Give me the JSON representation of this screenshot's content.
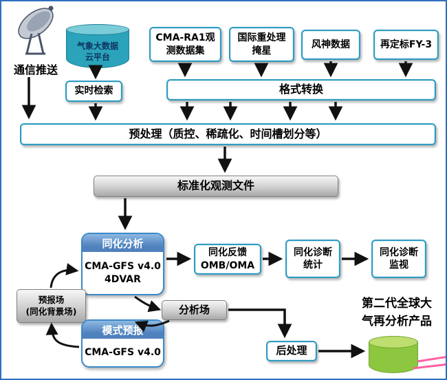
{
  "sources": {
    "comm_push": "通信推送",
    "cloud_platform": "气象大数据\n云平台",
    "cma_ra1": "CMA-RA1观\n测数据集",
    "intl_occultation": "国际重处理\n掩星",
    "fengshen": "风神数据",
    "fy3": "再定标FY-3"
  },
  "process": {
    "realtime_search": "实时检索",
    "format_convert": "格式转换",
    "preprocess": "预处理（质控、稀疏化、时间槽划分等）",
    "std_obs_file": "标准化观测文件"
  },
  "assimilation": {
    "analysis_header": "同化分析",
    "analysis_body": "CMA-GFS v4.0\n4DVAR",
    "feedback": "同化反馈\nOMB/OMA",
    "diag_stats": "同化诊断\n统计",
    "diag_monitor": "同化诊断\n监视",
    "forecast_field": "预报场\n(同化背景场)",
    "analysis_field": "分析场",
    "model_header": "模式预报",
    "model_body": "CMA-GFS v4.0"
  },
  "output": {
    "postprocess": "后处理",
    "product": "第二代全球大\n气再分析产品"
  },
  "colors": {
    "page_border": "#2f6fbf",
    "box_border_blue": "#2e9bc0",
    "panel_header_blue": "#4f81bd",
    "cylinder_teal": "#2aa3bb",
    "cylinder_green": "#8dc63f",
    "arrow_black": "#111111",
    "accent_pink": "#ff5fa2"
  }
}
